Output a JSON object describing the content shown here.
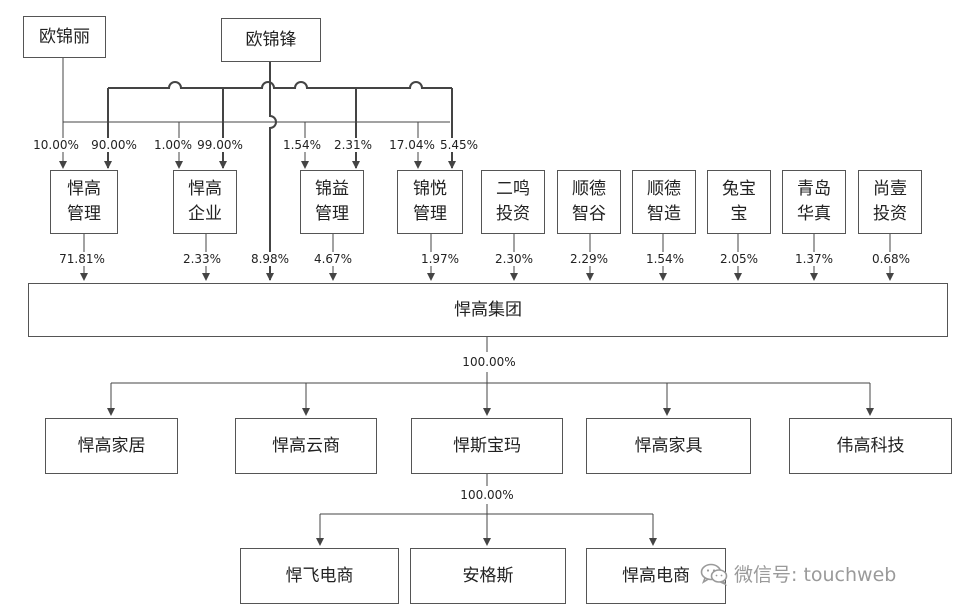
{
  "boxes": {
    "ou_jinli": "欧锦丽",
    "ou_jinfeng": "欧锦锋",
    "hangao_guanli": "悍高\n管理",
    "hangao_qiye": "悍高\n企业",
    "jinyi_guanli": "锦益\n管理",
    "jinyue_guanli": "锦悦\n管理",
    "ermin_touzi": "二鸣\n投资",
    "shunde_zhigu": "顺德\n智谷",
    "shunde_zhizao": "顺德\n智造",
    "tubaobao": "兔宝\n宝",
    "qingdao_huazhen": "青岛\n华真",
    "shangyi_touzi": "尚壹\n投资",
    "hangao_jituan": "悍高集团",
    "hangao_jiaju": "悍高家居",
    "hangao_yunshang": "悍高云商",
    "hansi_baoma": "悍斯宝玛",
    "hangao_jiaju2": "悍高家具",
    "weigao_keji": "伟高科技",
    "hanfei_dianshang": "悍飞电商",
    "angesi": "安格斯",
    "hangao_dianshang": "悍高电商"
  },
  "percentages": {
    "ouli_to_guanli": "10.00%",
    "oufeng_to_guanli": "90.00%",
    "ouli_to_qiye": "1.00%",
    "oufeng_to_qiye": "99.00%",
    "ouli_to_jinyi": "1.54%",
    "oufeng_to_jinyi": "2.31%",
    "ouli_to_jinyue": "17.04%",
    "oufeng_to_jinyue": "5.45%",
    "guanli_to_group": "71.81%",
    "qiye_to_group": "2.33%",
    "oufeng_to_group": "8.98%",
    "jinyi_to_group": "4.67%",
    "jinyue_to_group": "1.97%",
    "ermin_to_group": "2.30%",
    "zhigu_to_group": "2.29%",
    "zhizao_to_group": "1.54%",
    "tubaobao_to_group": "2.05%",
    "qingdao_to_group": "1.37%",
    "shangyi_to_group": "0.68%",
    "group_to_subs": "100.00%",
    "hansi_to_subs": "100.00%"
  },
  "watermark": {
    "text": "微信号: touchweb",
    "icon": "wechat-icon"
  },
  "colors": {
    "line": "#444444",
    "box_border": "#555555",
    "watermark": "#9a9a9a"
  }
}
